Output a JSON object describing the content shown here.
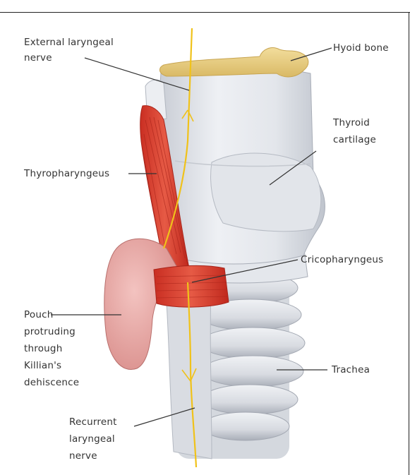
{
  "labels": {
    "external_laryngeal_nerve": [
      "External laryngeal",
      "nerve"
    ],
    "hyoid_bone": "Hyoid bone",
    "thyroid_cartilage": [
      "Thyroid",
      "cartilage"
    ],
    "thyropharyngeus": "Thyropharyngeus",
    "cricopharyngeus": "Cricopharyngeus",
    "pouch": [
      "Pouch",
      "protruding",
      "through",
      "Killian's",
      "dehiscence"
    ],
    "trachea": "Trachea",
    "recurrent_laryngeal_nerve": [
      "Recurrent",
      "laryngeal",
      "nerve"
    ]
  },
  "colors": {
    "bone": "#e9cf86",
    "cartilage": "#dde0e6",
    "cartilage_shadow": "#b9bec8",
    "muscle": "#d93a2b",
    "muscle_dark": "#b22a1f",
    "pouch": "#e7a7a5",
    "nerve": "#f0c21a",
    "leader": "#333333"
  }
}
